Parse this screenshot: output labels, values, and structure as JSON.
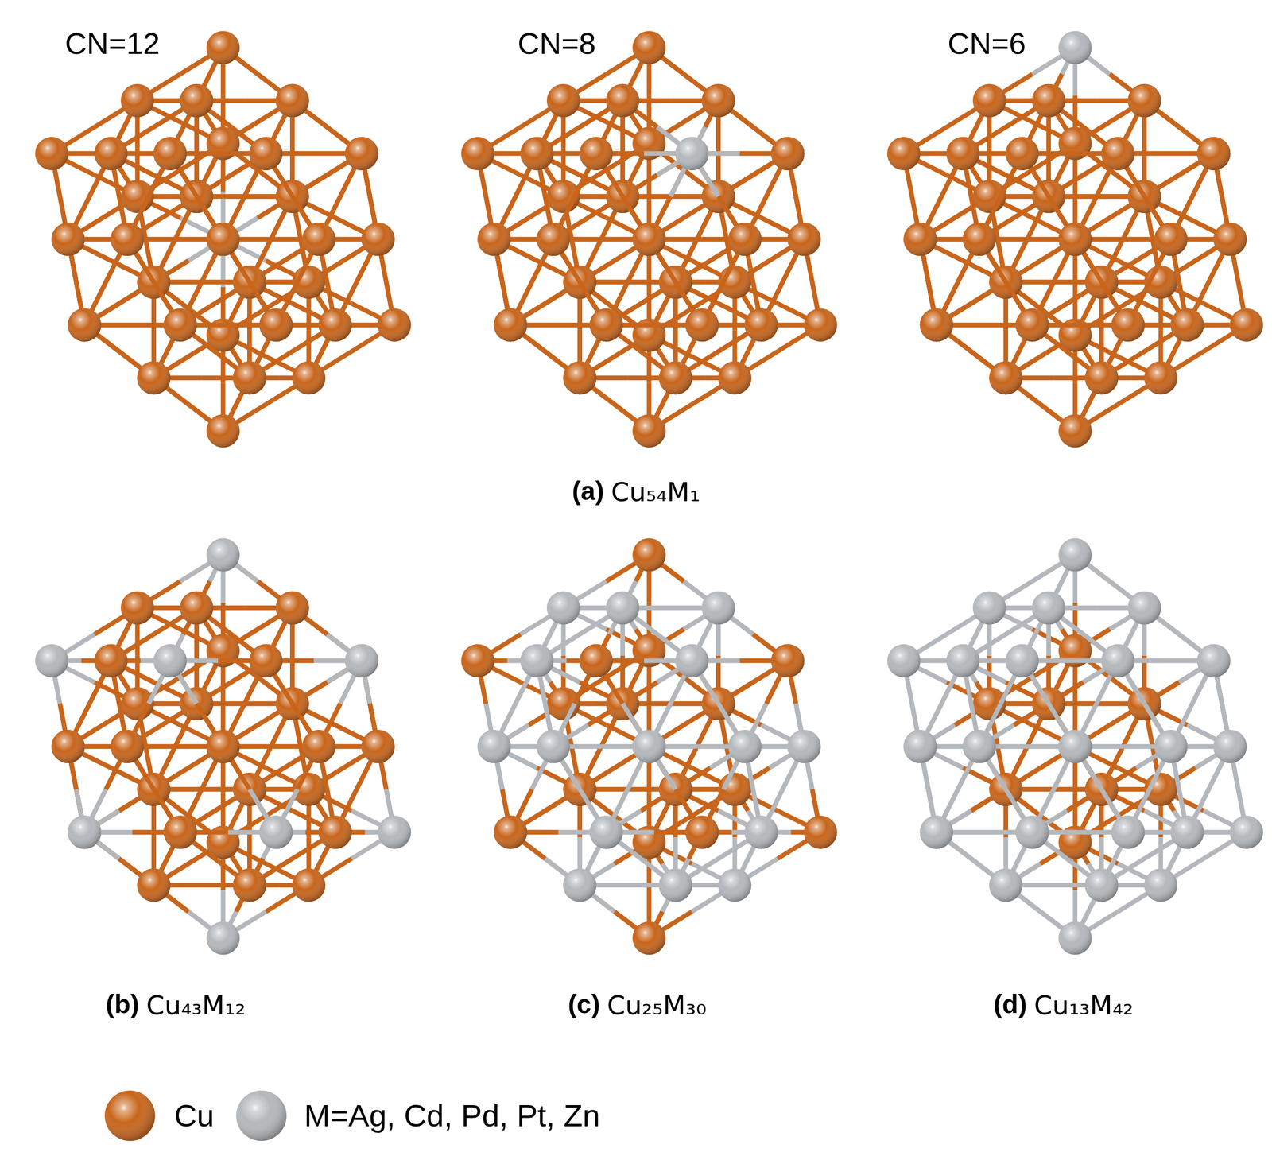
{
  "diagram": {
    "labels": [
      "CN=12",
      "CN=8",
      "CN=6",
      "(a)",
      "Cu₅₄M₁",
      "(b)",
      "Cu₄₃M₁₂",
      "(c)",
      "Cu₂₅M₃₀",
      "(d)",
      "Cu₁₃M₄₂"
    ],
    "legend": [
      {
        "text": "Cu",
        "color": "#c8651b"
      },
      {
        "text": "M=Ag, Cd, Pd, Pt, Zn",
        "color": "#b4b8bc"
      }
    ]
  }
}
